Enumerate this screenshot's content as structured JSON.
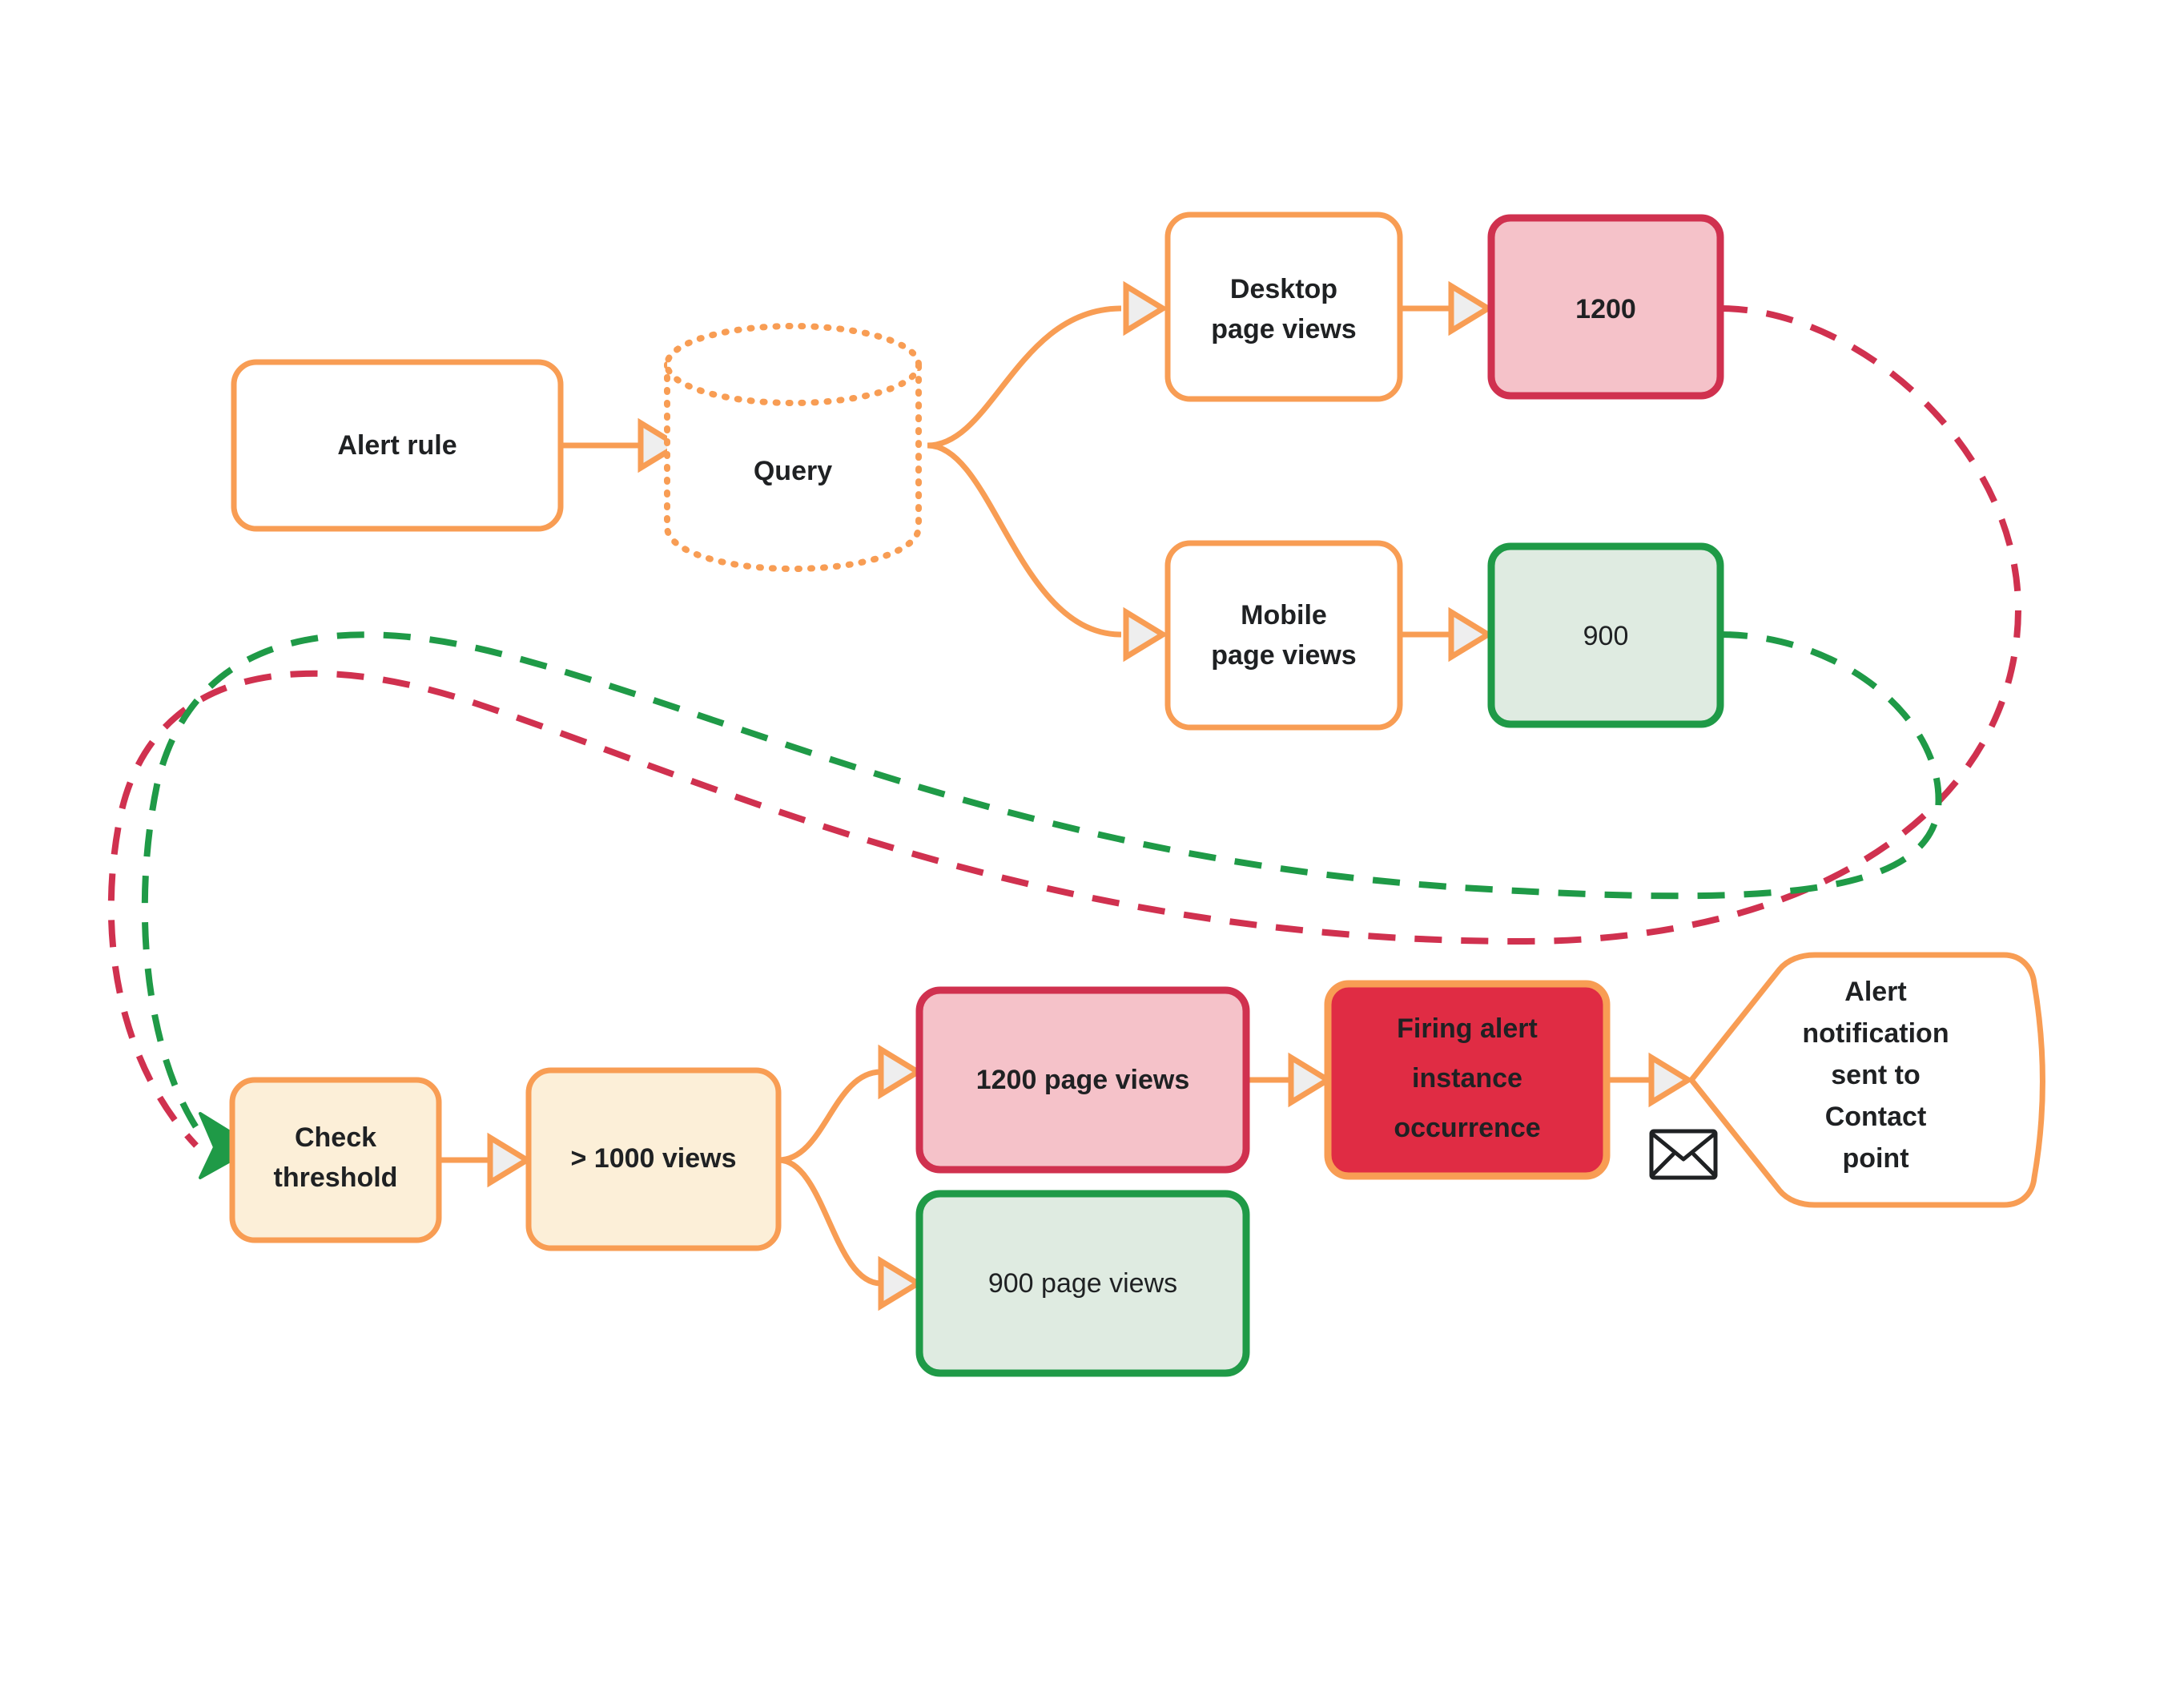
{
  "diagram": {
    "title": "Grafana alert rule evaluation flow",
    "type": "flowchart",
    "background": "#ffffff",
    "colors": {
      "orange_stroke": "#f89d54",
      "orange_stroke_dark": "#f0922f",
      "cream_fill": "#fcefd8",
      "pink_fill": "#f5c2c9",
      "crimson_stroke": "#d0314f",
      "green_stroke": "#1f9a47",
      "green_fill": "#dfebe1",
      "firing_red_fill": "#e02c44",
      "text": "#1f2123",
      "arrowhead_fill": "#eeeeee"
    }
  },
  "nodes": {
    "alert_rule": {
      "label": "Alert rule",
      "shape": "rounded-rect",
      "bold": true,
      "fill": "#ffffff",
      "stroke": "#f89d54"
    },
    "query": {
      "label": "Query",
      "shape": "cylinder-dotted",
      "bold": true,
      "fill": "#ffffff",
      "stroke": "#f89d54"
    },
    "desktop": {
      "label_line1": "Desktop",
      "label_line2": "page views",
      "shape": "rounded-rect",
      "bold": true,
      "fill": "#ffffff",
      "stroke": "#f89d54"
    },
    "mobile": {
      "label_line1": "Mobile",
      "label_line2": "page views",
      "shape": "rounded-rect",
      "bold": true,
      "fill": "#ffffff",
      "stroke": "#f89d54"
    },
    "value_1200": {
      "label": "1200",
      "shape": "rounded-rect",
      "bold": true,
      "fill": "#f5c2c9",
      "stroke": "#d0314f"
    },
    "value_900": {
      "label": "900",
      "shape": "rounded-rect",
      "bold": false,
      "fill": "#dfebe1",
      "stroke": "#1f9a47"
    },
    "check_threshold": {
      "label_line1": "Check",
      "label_line2": "threshold",
      "shape": "rounded-rect",
      "bold": true,
      "fill": "#fcefd8",
      "stroke": "#f89d54"
    },
    "condition": {
      "label": "> 1000 views",
      "shape": "rounded-rect",
      "bold": true,
      "fill": "#fcefd8",
      "stroke": "#f89d54"
    },
    "views_1200": {
      "label": "1200 page views",
      "shape": "rounded-rect",
      "bold": true,
      "fill": "#f5c2c9",
      "stroke": "#d0314f"
    },
    "views_900": {
      "label": "900 page views",
      "shape": "rounded-rect",
      "bold": false,
      "fill": "#dfebe1",
      "stroke": "#1f9a47"
    },
    "firing_alert": {
      "label_line1": "Firing alert",
      "label_line2": "instance",
      "label_line3": "occurrence",
      "shape": "rounded-rect",
      "bold": true,
      "fill": "#e02c44",
      "stroke": "#f89d54"
    },
    "notification": {
      "label_line1": "Alert",
      "label_line2": "notification",
      "label_line3": "sent to",
      "label_line4": "Contact",
      "label_line5": "point",
      "shape": "hexagon",
      "bold": true,
      "fill": "#ffffff",
      "stroke": "#f89d54"
    },
    "envelope": {
      "icon": "envelope-icon"
    }
  },
  "edges": [
    {
      "from": "alert_rule",
      "to": "query",
      "style": "solid",
      "color": "#f89d54"
    },
    {
      "from": "query",
      "to": "desktop",
      "style": "solid",
      "color": "#f89d54"
    },
    {
      "from": "query",
      "to": "mobile",
      "style": "solid",
      "color": "#f89d54"
    },
    {
      "from": "desktop",
      "to": "value_1200",
      "style": "solid",
      "color": "#f89d54"
    },
    {
      "from": "mobile",
      "to": "value_900",
      "style": "solid",
      "color": "#f89d54"
    },
    {
      "from": "value_1200",
      "to": "check_threshold",
      "style": "dashed",
      "color": "#d0314f"
    },
    {
      "from": "value_900",
      "to": "check_threshold",
      "style": "dashed",
      "color": "#1f9a47"
    },
    {
      "from": "check_threshold",
      "to": "condition",
      "style": "solid",
      "color": "#f89d54"
    },
    {
      "from": "condition",
      "to": "views_1200",
      "style": "solid",
      "color": "#f89d54"
    },
    {
      "from": "condition",
      "to": "views_900",
      "style": "solid",
      "color": "#f89d54"
    },
    {
      "from": "views_1200",
      "to": "firing_alert",
      "style": "solid",
      "color": "#f89d54"
    },
    {
      "from": "firing_alert",
      "to": "notification",
      "style": "solid",
      "color": "#f89d54"
    }
  ]
}
